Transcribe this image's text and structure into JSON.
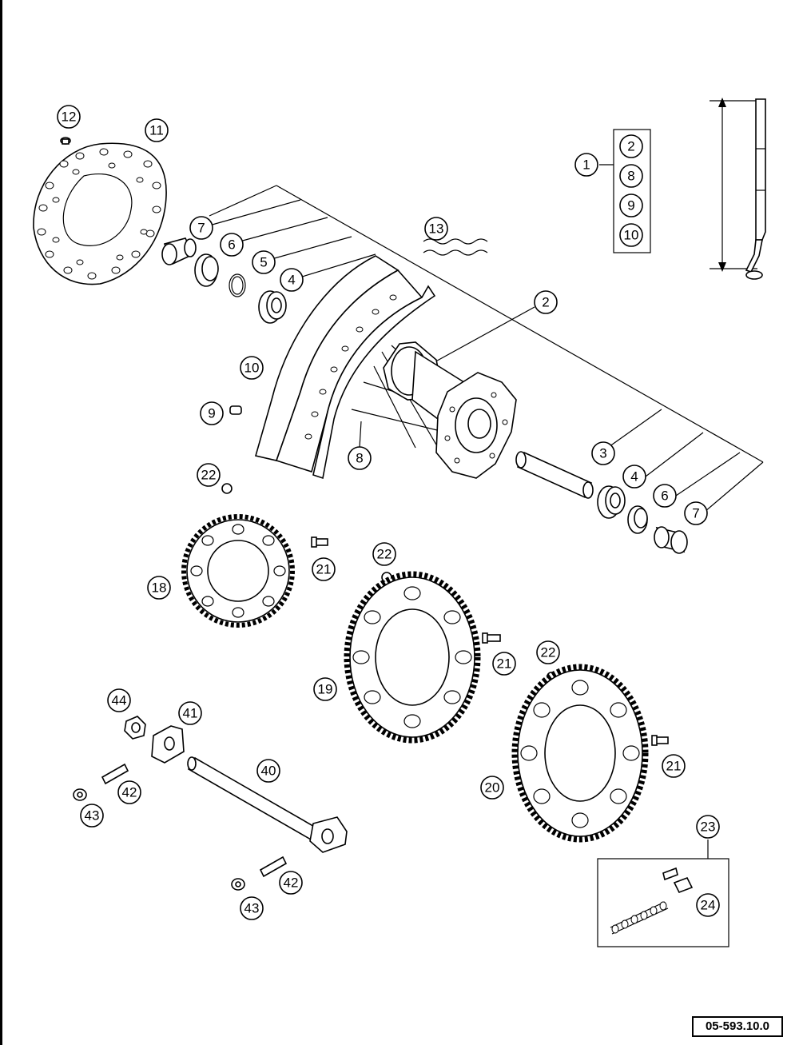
{
  "document_code": "05-593.10.0",
  "kit_group_label": "1",
  "kit_group_items": [
    "2",
    "8",
    "9",
    "10"
  ],
  "callouts": [
    {
      "label": "12",
      "part": "brake-disc-screw"
    },
    {
      "label": "11",
      "part": "brake-disc"
    },
    {
      "label": "7",
      "part": "spacer"
    },
    {
      "label": "6",
      "part": "shaft-seal"
    },
    {
      "label": "5",
      "part": "retaining-ring"
    },
    {
      "label": "4",
      "part": "bearing"
    },
    {
      "label": "13",
      "part": "rim-tape"
    },
    {
      "label": "2",
      "part": "hub"
    },
    {
      "label": "10",
      "part": "rim"
    },
    {
      "label": "9",
      "part": "spoke-nipple"
    },
    {
      "label": "8",
      "part": "spoke"
    },
    {
      "label": "3",
      "part": "distance-tube"
    },
    {
      "label": "4",
      "part": "bearing"
    },
    {
      "label": "6",
      "part": "shaft-seal"
    },
    {
      "label": "7",
      "part": "spacer"
    },
    {
      "label": "22",
      "part": "nut"
    },
    {
      "label": "21",
      "part": "screw"
    },
    {
      "label": "18",
      "part": "rear-sprocket"
    },
    {
      "label": "22",
      "part": "nut"
    },
    {
      "label": "21",
      "part": "screw"
    },
    {
      "label": "19",
      "part": "rear-sprocket"
    },
    {
      "label": "22",
      "part": "nut"
    },
    {
      "label": "21",
      "part": "screw"
    },
    {
      "label": "20",
      "part": "rear-sprocket"
    },
    {
      "label": "44",
      "part": "collar-nut"
    },
    {
      "label": "41",
      "part": "chain-adjuster"
    },
    {
      "label": "40",
      "part": "wheel-spindle"
    },
    {
      "label": "42",
      "part": "adjusting-screw"
    },
    {
      "label": "43",
      "part": "nut"
    },
    {
      "label": "42",
      "part": "adjusting-screw"
    },
    {
      "label": "43",
      "part": "nut"
    },
    {
      "label": "23",
      "part": "chain"
    },
    {
      "label": "24",
      "part": "chain-joint"
    }
  ]
}
